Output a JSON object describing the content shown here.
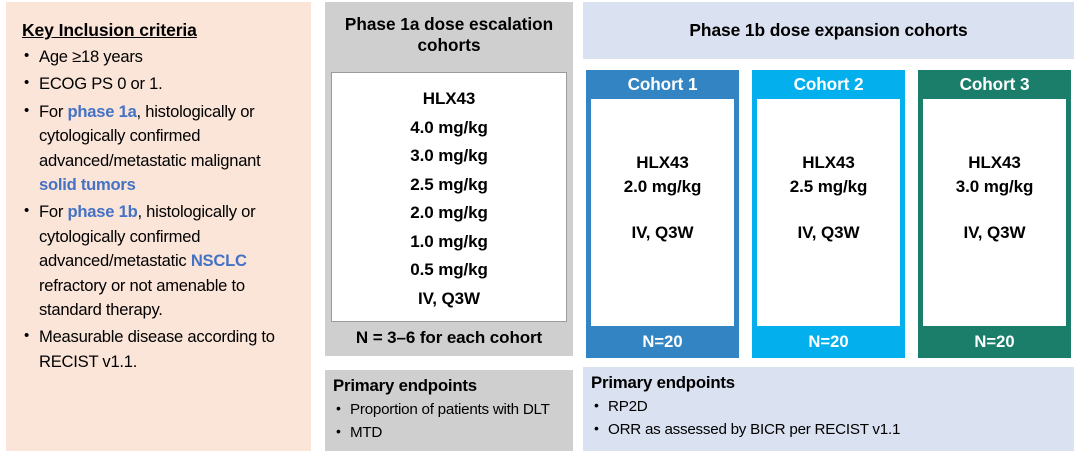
{
  "inclusion": {
    "title": "Key Inclusion criteria",
    "items": [
      {
        "parts": [
          {
            "t": "Age ≥18 years",
            "accent": false
          }
        ]
      },
      {
        "parts": [
          {
            "t": "ECOG PS 0 or 1.",
            "accent": false
          }
        ]
      },
      {
        "parts": [
          {
            "t": "For ",
            "accent": false
          },
          {
            "t": "phase 1a",
            "accent": true
          },
          {
            "t": ", histologically or cytologically confirmed advanced/metastatic malignant ",
            "accent": false
          },
          {
            "t": "solid tumors",
            "accent": true
          }
        ]
      },
      {
        "parts": [
          {
            "t": "For ",
            "accent": false
          },
          {
            "t": "phase 1b",
            "accent": true
          },
          {
            "t": ", histologically or cytologically confirmed advanced/metastatic ",
            "accent": false
          },
          {
            "t": "NSCLC",
            "accent": true
          },
          {
            "t": " refractory or not amenable to standard therapy.",
            "accent": false
          }
        ]
      },
      {
        "parts": [
          {
            "t": "Measurable disease according to RECIST v1.1.",
            "accent": false
          }
        ]
      }
    ],
    "accent_color": "#4472C4",
    "background_color": "#FBE4D8"
  },
  "phase1a": {
    "header": "Phase 1a dose escalation cohorts",
    "background_color": "#CFCFCF",
    "dose_lines": [
      "HLX43",
      "4.0 mg/kg",
      "3.0 mg/kg",
      "2.5 mg/kg",
      "2.0 mg/kg",
      "1.0 mg/kg",
      "0.5 mg/kg",
      "IV, Q3W"
    ],
    "n_label": "N = 3–6 for each cohort",
    "endpoints": {
      "title": "Primary endpoints",
      "items": [
        "Proportion of patients with DLT",
        "MTD"
      ]
    }
  },
  "phase1b": {
    "header": "Phase 1b dose expansion cohorts",
    "background_color": "#DAE1F1",
    "cohorts": [
      {
        "title": "Cohort 1",
        "drug": "HLX43",
        "dose": "2.0 mg/kg",
        "route": "IV, Q3W",
        "n_label": "N=20",
        "color": "#3284C3"
      },
      {
        "title": "Cohort 2",
        "drug": "HLX43",
        "dose": "2.5 mg/kg",
        "route": "IV, Q3W",
        "n_label": "N=20",
        "color": "#04AFEE"
      },
      {
        "title": "Cohort 3",
        "drug": "HLX43",
        "dose": "3.0 mg/kg",
        "route": "IV, Q3W",
        "n_label": "N=20",
        "color": "#1B7E6B"
      }
    ],
    "endpoints": {
      "title": "Primary endpoints",
      "items": [
        "RP2D",
        "ORR as assessed by BICR per RECIST v1.1"
      ]
    }
  }
}
